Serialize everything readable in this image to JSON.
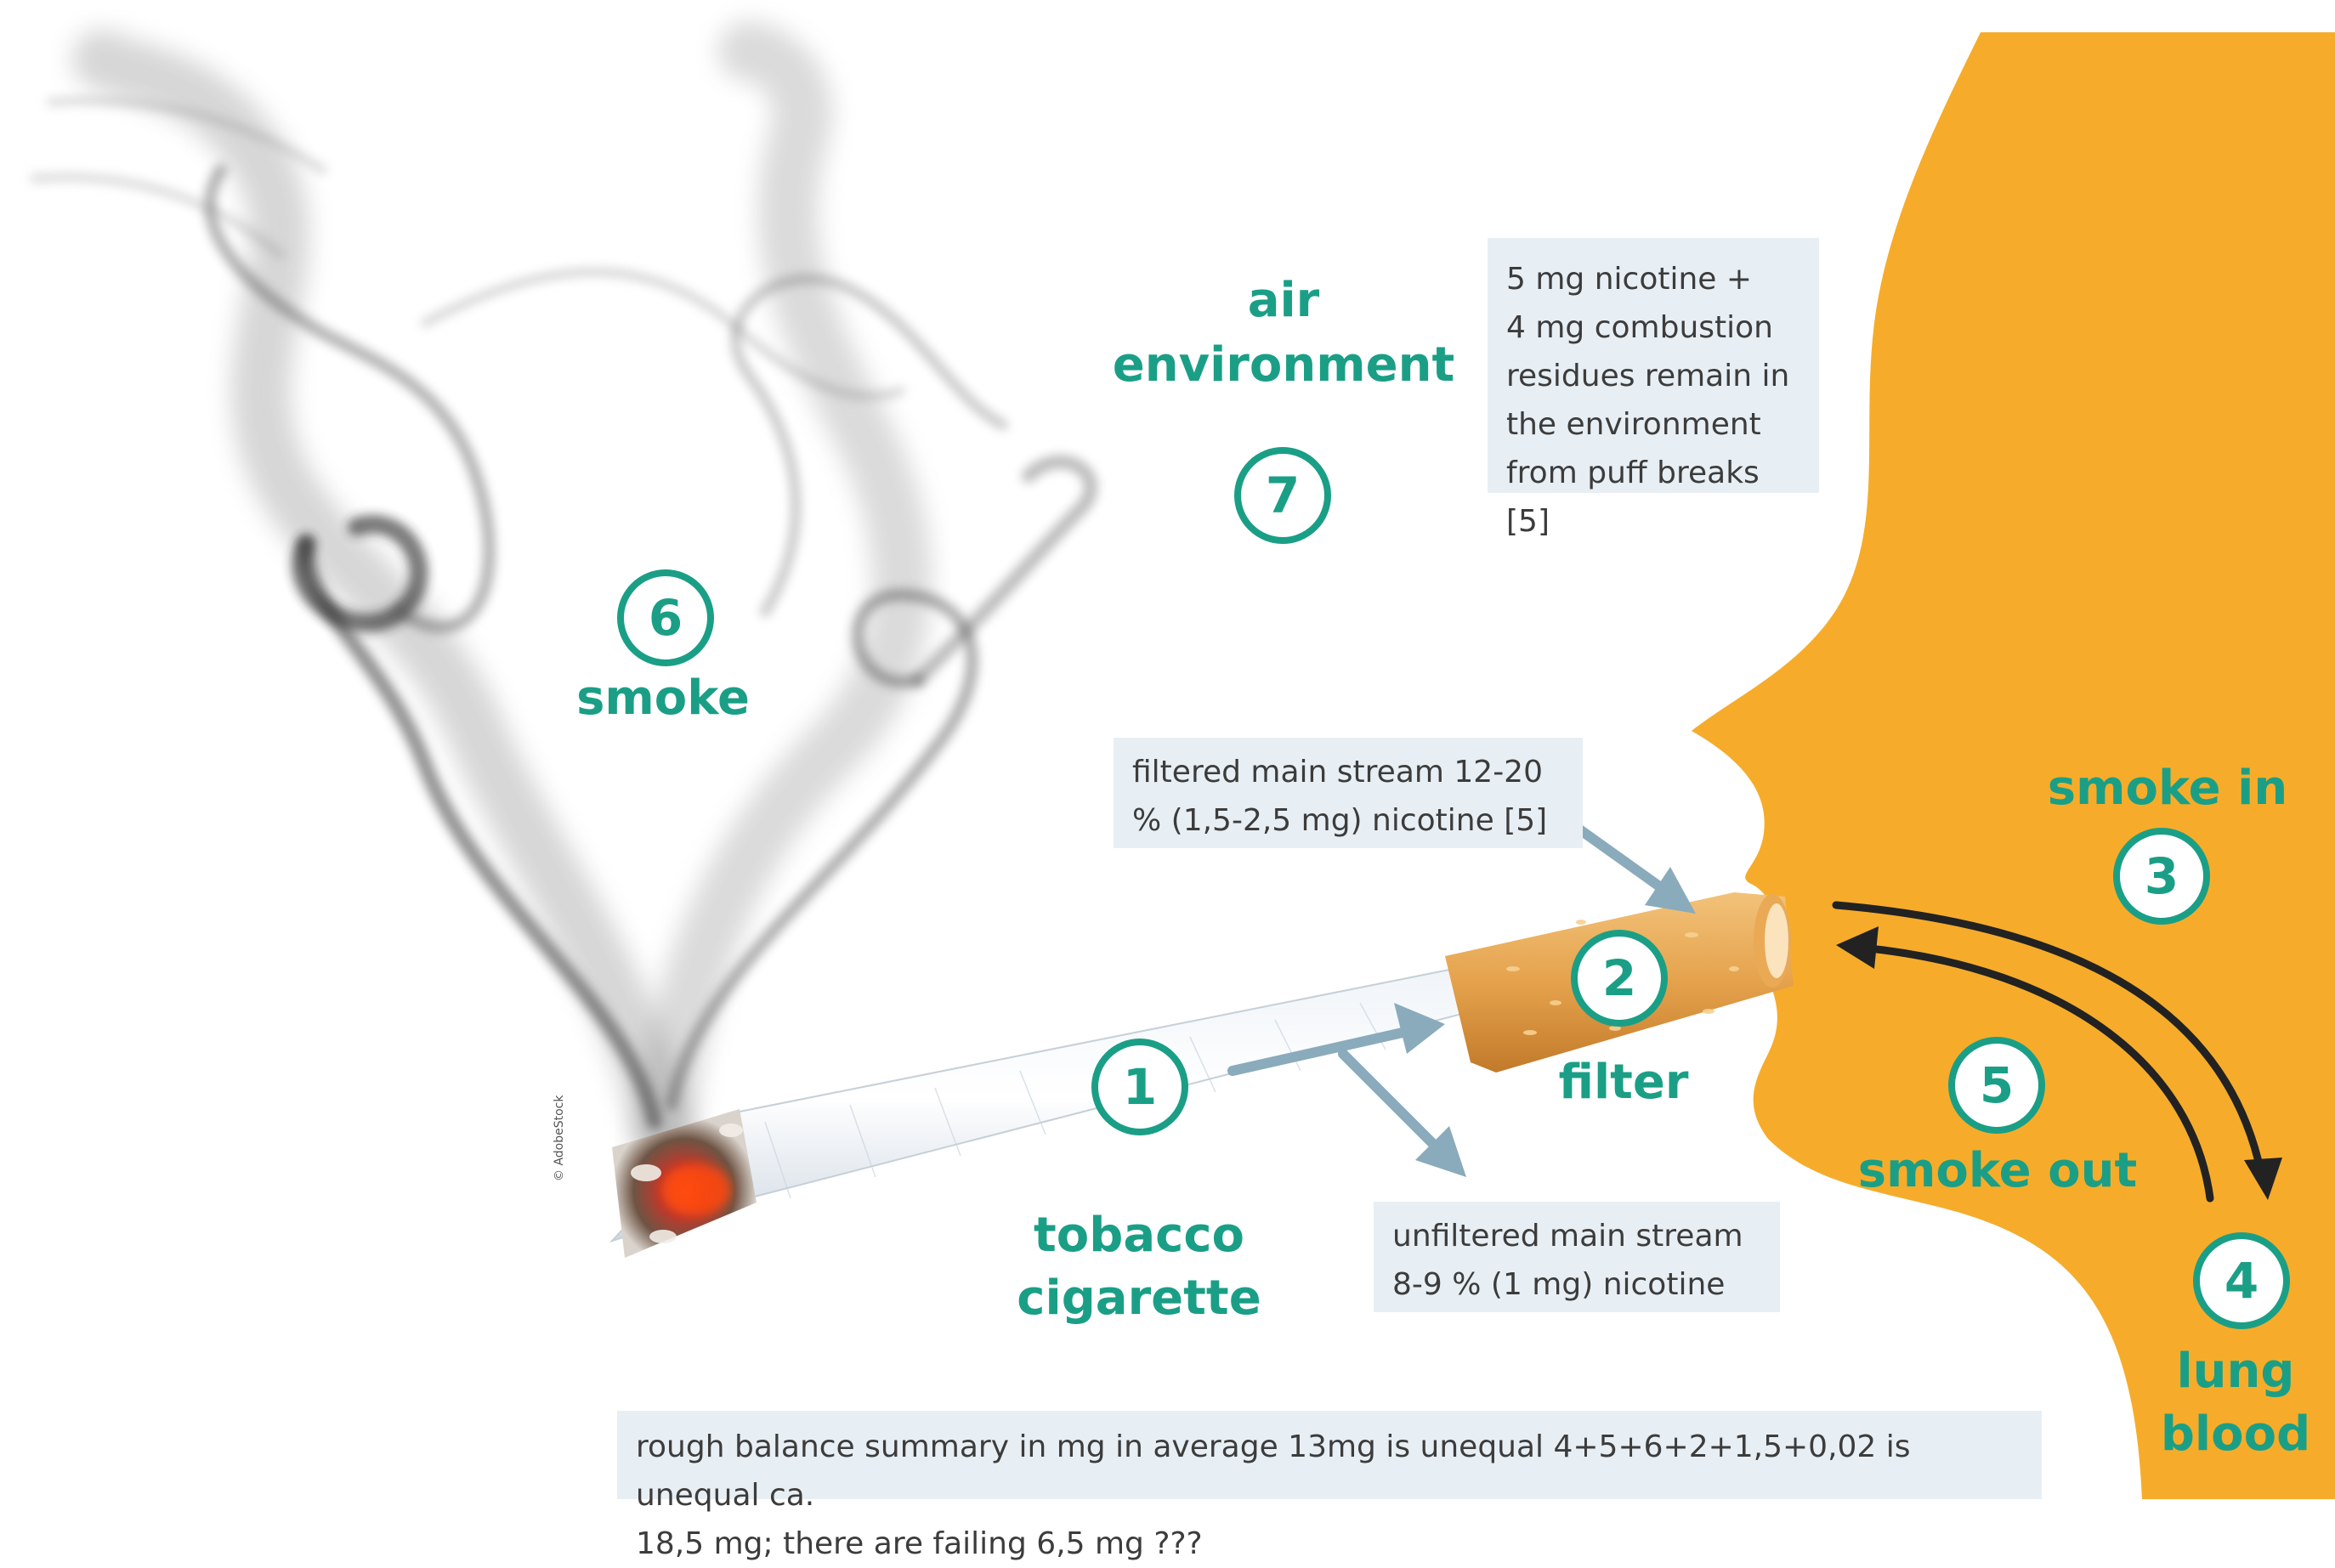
{
  "labels": {
    "air": "air",
    "environment": "environment",
    "smoke": "smoke",
    "smoke_in": "smoke in",
    "filter": "filter",
    "smoke_out": "smoke out",
    "tobacco": "tobacco",
    "cigarette": "cigarette",
    "lung": "lung",
    "blood": "blood"
  },
  "numbers": {
    "n1": "1",
    "n2": "2",
    "n3": "3",
    "n4": "4",
    "n5": "5",
    "n6": "6",
    "n7": "7"
  },
  "boxes": {
    "environment_note": [
      "5 mg nicotine +",
      "4 mg combustion",
      "residues remain in",
      "the environment",
      "from puff breaks [5]"
    ],
    "filtered_note": [
      "filtered main stream 12-20",
      "% (1,5-2,5 mg) nicotine [5]"
    ],
    "unfiltered_note": [
      "unfiltered main stream",
      "8-9 % (1 mg) nicotine"
    ],
    "summary_note": [
      "rough balance summary in mg in average 13mg is unequal 4+5+6+2+1,5+0,02 is unequal ca.",
      "18,5 mg; there are failing 6,5 mg ???"
    ]
  },
  "credit": "© AdobeStock",
  "colors": {
    "accent": "#1a9f86",
    "face": "#f6ac2a",
    "box_bg": "#e8eff4",
    "arrow_blue": "#8aabbb",
    "arrow_dark": "#222222"
  }
}
